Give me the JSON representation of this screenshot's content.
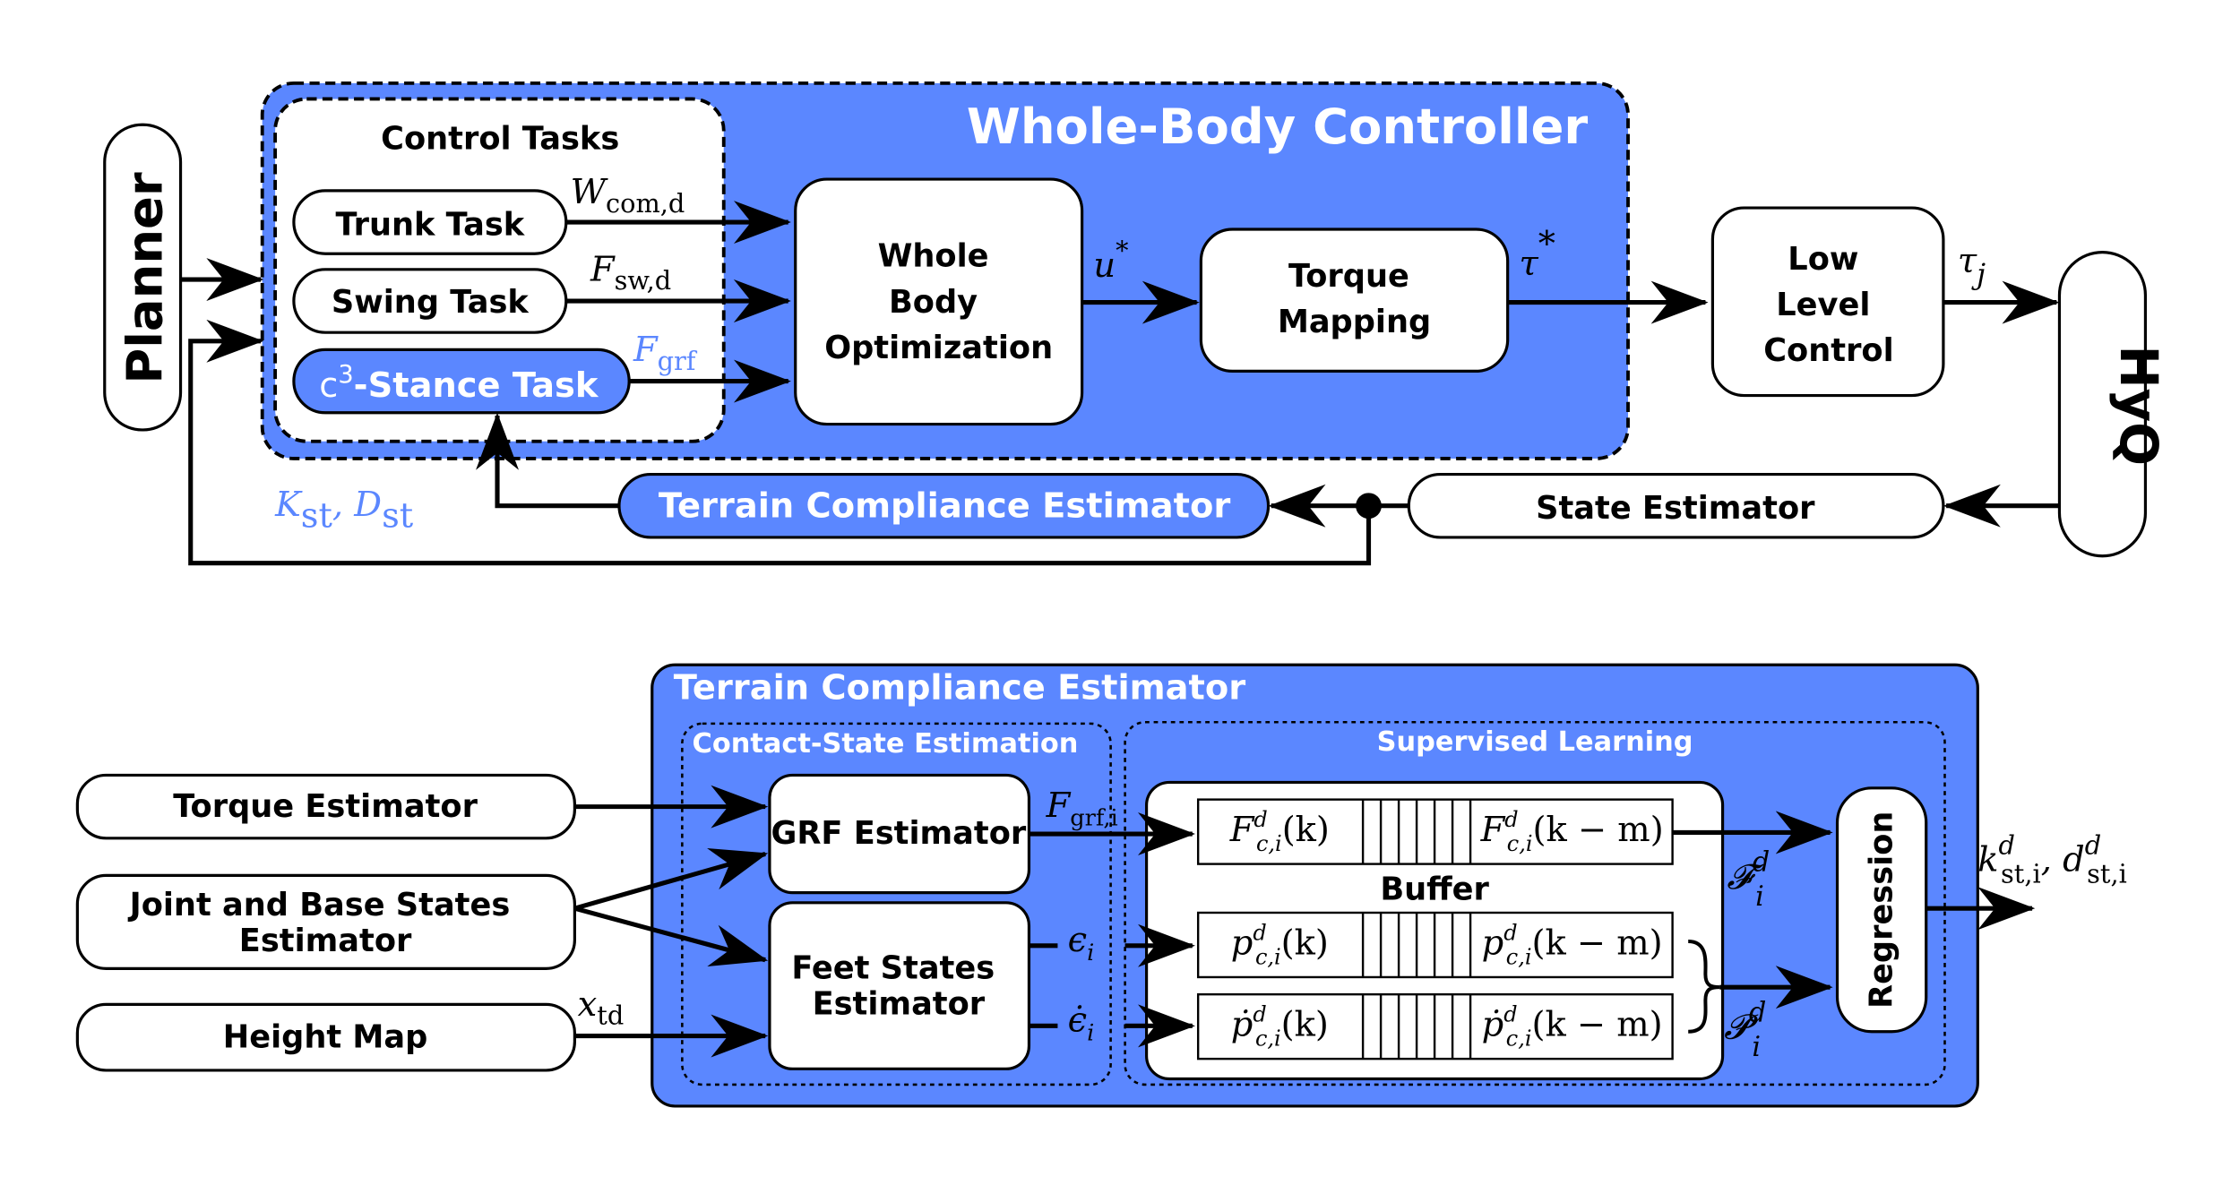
{
  "colors": {
    "accent_blue": "#5b87ff",
    "line": "#000000",
    "box_fill": "#ffffff"
  },
  "top": {
    "planner": "Planner",
    "hyq": "HyQ",
    "wbc_title": "Whole-Body Controller",
    "control_tasks_title": "Control Tasks",
    "trunk_task": "Trunk Task",
    "swing_task": "Swing Task",
    "stance_task_prefix": "c",
    "stance_task_sup": "3",
    "stance_task_label": "-Stance Task",
    "wbo": [
      "Whole",
      "Body",
      "Optimization"
    ],
    "torque_mapping": [
      "Torque",
      "Mapping"
    ],
    "low_level_control": [
      "Low",
      "Level",
      "Control"
    ],
    "terrain_compliance_estimator": "Terrain Compliance Estimator",
    "state_estimator": "State Estimator",
    "signals": {
      "w_com": {
        "base": "W",
        "sub": "com,d"
      },
      "f_sw": {
        "base": "F",
        "sub": "sw,d"
      },
      "f_grf": {
        "base": "F",
        "sub": "grf"
      },
      "u_star": {
        "base": "u",
        "sup": "*"
      },
      "tau_star": {
        "base": "τ",
        "sup": "*"
      },
      "tau_j": {
        "base": "τ",
        "sub": "j"
      },
      "k_st": {
        "base": "K",
        "sub": "st"
      },
      "sep": ", ",
      "d_st": {
        "base": "D",
        "sub": "st"
      }
    }
  },
  "bottom": {
    "tce_title": "Terrain Compliance Estimator",
    "cse_title": "Contact-State Estimation",
    "sl_title": "Supervised Learning",
    "torque_estimator": "Torque Estimator",
    "joint_base": [
      "Joint and Base States",
      "Estimator"
    ],
    "height_map": "Height Map",
    "grf_estimator": "GRF Estimator",
    "feet_states": [
      "Feet States",
      "Estimator"
    ],
    "buffer": "Buffer",
    "regression": "Regression",
    "signals": {
      "x_td": {
        "base": "x",
        "sub": "td"
      },
      "f_grf_i": {
        "base": "F",
        "sub": "grf,i"
      },
      "eps_i": {
        "base": "ϵ",
        "sub": "i"
      },
      "eps_dot_i": {
        "base": "ϵ̇",
        "sub": "i"
      },
      "calF": {
        "base": "𝓕",
        "sup": "d",
        "sub": "i"
      },
      "calP": {
        "base": "𝓟",
        "sup": "d",
        "sub": "i"
      },
      "k_st_i": {
        "base": "k",
        "sup": "d",
        "sub": "st,i"
      },
      "out_sep": ", ",
      "d_st_i": {
        "base": "d",
        "sup": "d",
        "sub": "st,i"
      }
    },
    "buffer_rows": [
      {
        "first": {
          "base": "F",
          "sup": "d",
          "sub": "c,i",
          "arg": "(k)"
        },
        "last": {
          "base": "F",
          "sup": "d",
          "sub": "c,i",
          "arg": "(k − m)"
        }
      },
      {
        "first": {
          "base": "p",
          "sup": "d",
          "sub": "c,i",
          "arg": "(k)"
        },
        "last": {
          "base": "p",
          "sup": "d",
          "sub": "c,i",
          "arg": "(k − m)"
        }
      },
      {
        "first": {
          "base": "ṗ",
          "sup": "d",
          "sub": "c,i",
          "arg": "(k)"
        },
        "last": {
          "base": "ṗ",
          "sup": "d",
          "sub": "c,i",
          "arg": "(k − m)"
        }
      }
    ]
  }
}
